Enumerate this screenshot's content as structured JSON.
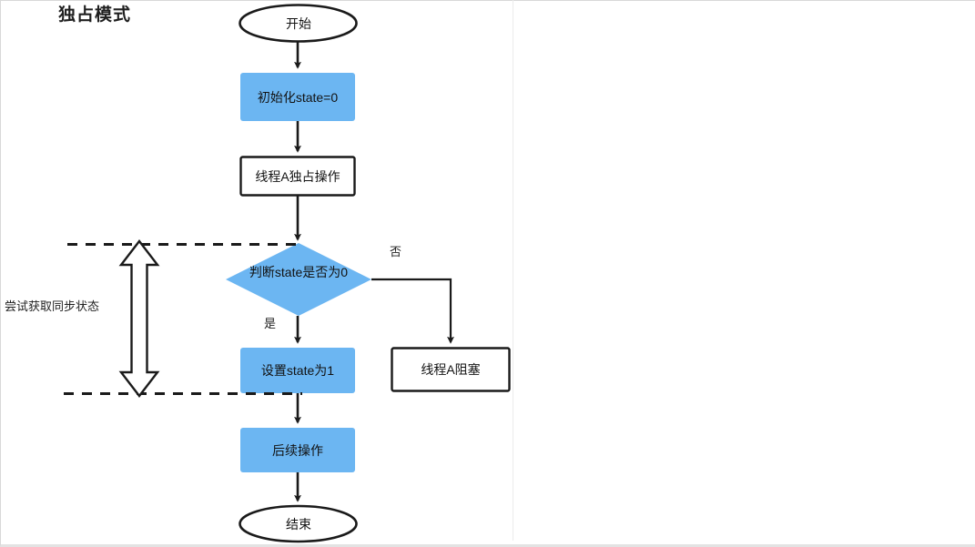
{
  "diagram": {
    "title": "独占模式",
    "type": "flowchart",
    "background": "#ffffff",
    "accent_color": "#6CB6F2",
    "stroke_color": "#1a1a1a",
    "nodes": [
      {
        "id": "start",
        "shape": "ellipse",
        "label": "开始",
        "fill": "#ffffff"
      },
      {
        "id": "init",
        "shape": "rectangle",
        "label": "初始化state=0",
        "fill": "#6CB6F2"
      },
      {
        "id": "exclusive",
        "shape": "rectangle",
        "label": "线程A独占操作",
        "fill": "#ffffff"
      },
      {
        "id": "decide",
        "shape": "diamond",
        "label": "判断state是否为0",
        "fill": "#6CB6F2"
      },
      {
        "id": "setstate",
        "shape": "rectangle",
        "label": "设置state为1",
        "fill": "#6CB6F2"
      },
      {
        "id": "blocked",
        "shape": "rectangle",
        "label": "线程A阻塞",
        "fill": "#ffffff"
      },
      {
        "id": "next",
        "shape": "rectangle",
        "label": "后续操作",
        "fill": "#6CB6F2"
      },
      {
        "id": "end",
        "shape": "ellipse",
        "label": "结束",
        "fill": "#ffffff"
      }
    ],
    "edge_labels": {
      "yes": "是",
      "no": "否"
    },
    "annotation": {
      "label": "尝试获取同步状态",
      "style": "dashed-bracket-with-double-arrow"
    }
  }
}
